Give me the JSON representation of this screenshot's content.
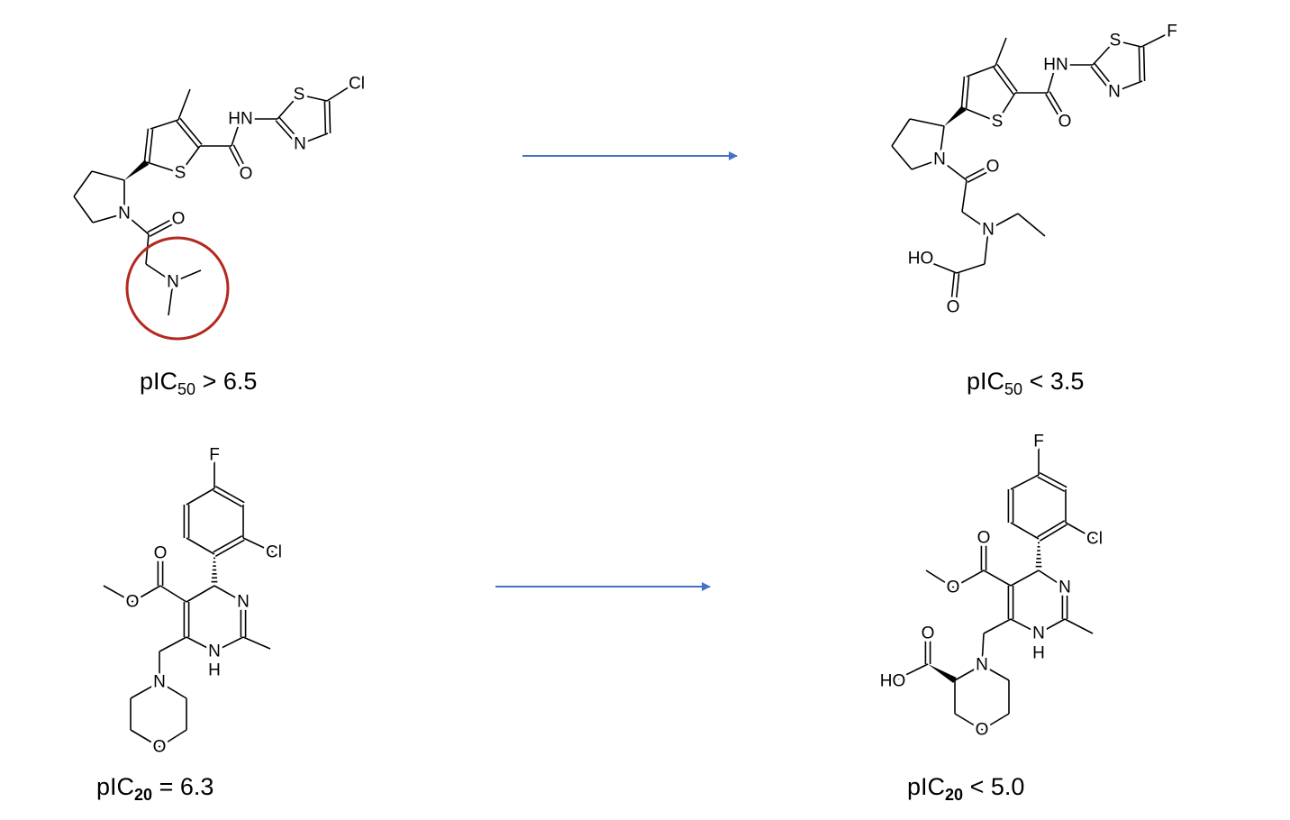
{
  "colors": {
    "arrow": "#4472c4",
    "highlight_circle": "#b22a1f",
    "bond": "#000000"
  },
  "molecules": [
    {
      "id": "compound-1",
      "atoms": [
        "S",
        "HN",
        "O",
        "S",
        "N",
        "Cl",
        "N",
        "O",
        "N"
      ],
      "activity": {
        "prefix": "pIC",
        "sub": "50",
        "rest": " > 6.5"
      }
    },
    {
      "id": "compound-2",
      "atoms": [
        "S",
        "HN",
        "O",
        "S",
        "N",
        "F",
        "N",
        "O",
        "N",
        "HO",
        "O"
      ],
      "activity": {
        "prefix": "pIC",
        "sub": "50",
        "rest": " < 3.5"
      }
    },
    {
      "id": "compound-3",
      "atoms": [
        "F",
        "Cl",
        "N",
        "N",
        "H",
        "O",
        "O",
        "N",
        "O"
      ],
      "activity": {
        "prefix": "pIC",
        "sub": "20",
        "rest": " = 6.3"
      }
    },
    {
      "id": "compound-4",
      "atoms": [
        "F",
        "Cl",
        "N",
        "N",
        "H",
        "O",
        "O",
        "N",
        "O",
        "O",
        "HO"
      ],
      "activity": {
        "prefix": "pIC",
        "sub": "20",
        "rest": " < 5.0"
      }
    }
  ],
  "arrows": [
    {
      "from": "compound-1",
      "to": "compound-2"
    },
    {
      "from": "compound-3",
      "to": "compound-4"
    }
  ]
}
